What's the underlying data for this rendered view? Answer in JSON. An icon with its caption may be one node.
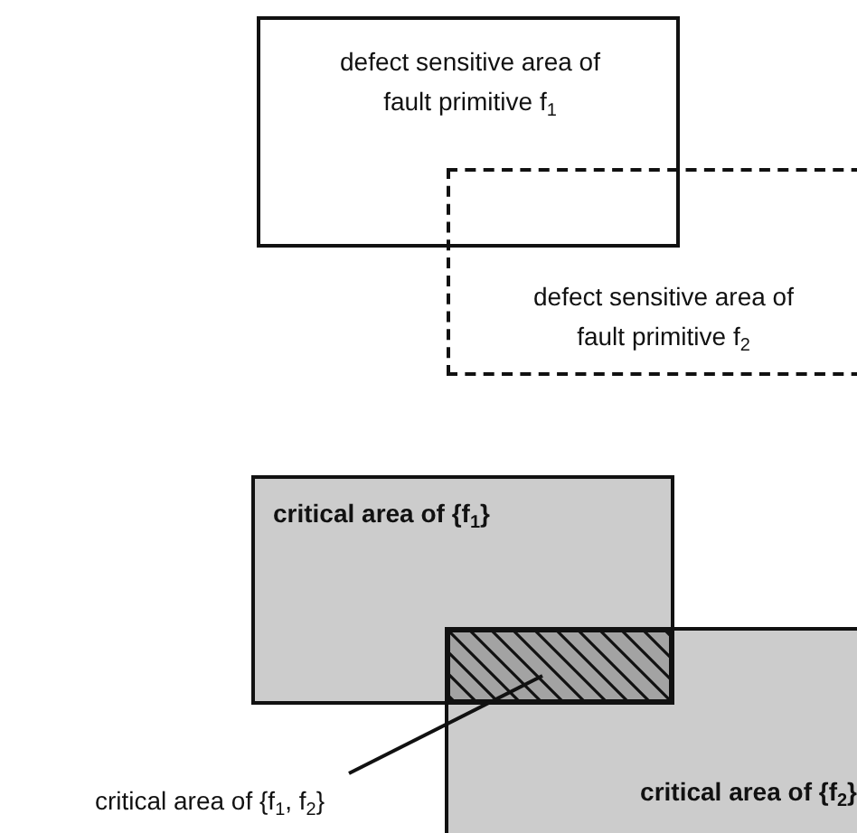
{
  "diagram": {
    "nodes": [
      {
        "text": [
          "defect sensitive area of fault primitive f$_{1}$"
        ]
      },
      {
        "text": [
          "defect sensitive area of fault primitive f$_{2}$"
        ]
      },
      {
        "text": [
          "critical area of {f$_{1}$}"
        ]
      },
      {
        "text": [
          "critical area of {f$_{2}$}"
        ]
      },
      {
        "text": [],
        "shape": "box"
      },
      {
        "text": [
          "critical area of {f$_{1}$, f$_{2}$}"
        ]
      }
    ],
    "edges": [
      {
        "from": 5,
        "to": 4,
        "arrow": "none"
      }
    ]
  }
}
